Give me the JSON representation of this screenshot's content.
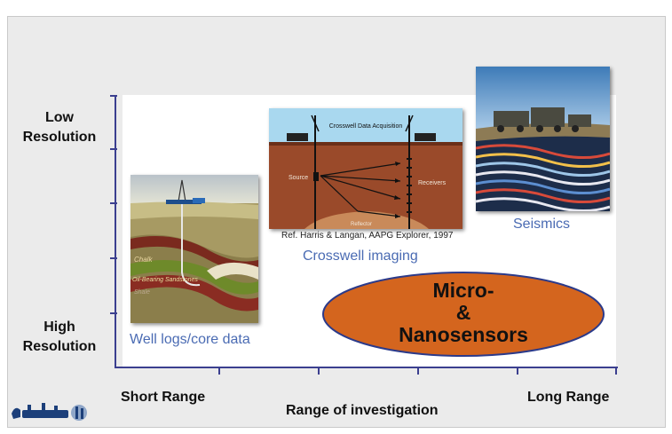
{
  "y_axis": {
    "top_label": "Low\nResolution",
    "bottom_label": "High\nResolution"
  },
  "x_axis": {
    "left_label": "Short Range",
    "right_label": "Long Range",
    "title": "Range of investigation"
  },
  "items": {
    "well": {
      "caption": "Well logs/core data",
      "layer_chalk": "Chalk",
      "layer_oil": "Oil-Bearing Sandstones",
      "layer_shale": "Shale"
    },
    "crosswell": {
      "caption": "Crosswell imaging",
      "title": "Crosswell Data Acquisition",
      "source": "Source",
      "receivers": "Receivers",
      "reflector": "Reflector",
      "reference": "Ref. Harris & Langan, AAPG Explorer, 1997"
    },
    "seismics": {
      "caption": "Seismics"
    },
    "nano": {
      "line1": "Micro-",
      "line2": "&",
      "line3": "Nanosensors",
      "color": "#d4651e"
    }
  },
  "colors": {
    "axis": "#3b3f8f",
    "caption": "#4a6bb3",
    "frame": "#ebebeb"
  }
}
